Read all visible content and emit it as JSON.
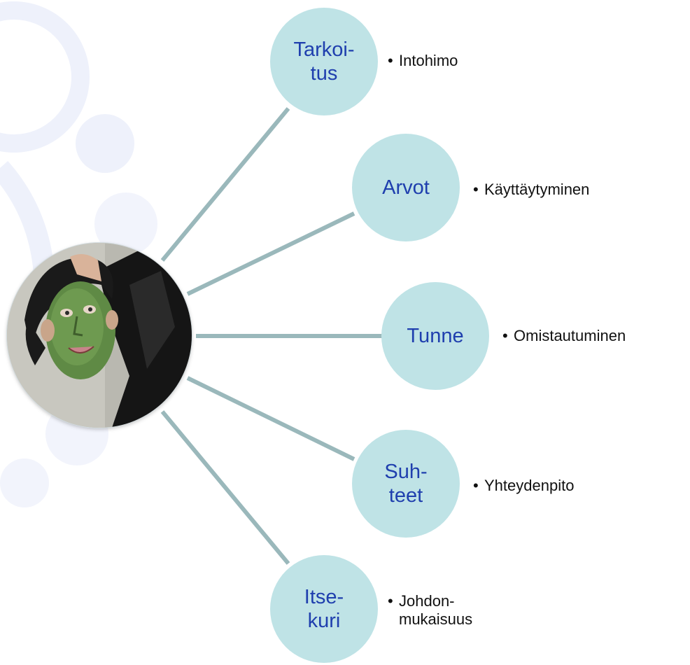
{
  "colors": {
    "node_fill": "#bfe3e6",
    "node_text": "#1f3fae",
    "connector": "#9ab8bb",
    "bullet_text": "#111111",
    "background_decoration": "#eef1fb"
  },
  "center": {
    "image": "portrait of a person with green face paint and dark hair"
  },
  "bullet_glyph": "•",
  "nodes": [
    {
      "label": "Tarkoi-\ntus",
      "detail": "Intohimo"
    },
    {
      "label": "Arvot",
      "detail": "Käyttäytyminen"
    },
    {
      "label": "Tunne",
      "detail": "Omistautuminen"
    },
    {
      "label": "Suh-\nteet",
      "detail": "Yhteydenpito"
    },
    {
      "label": "Itse-\nkuri",
      "detail": "Johdon-\nmukaisuus"
    }
  ]
}
